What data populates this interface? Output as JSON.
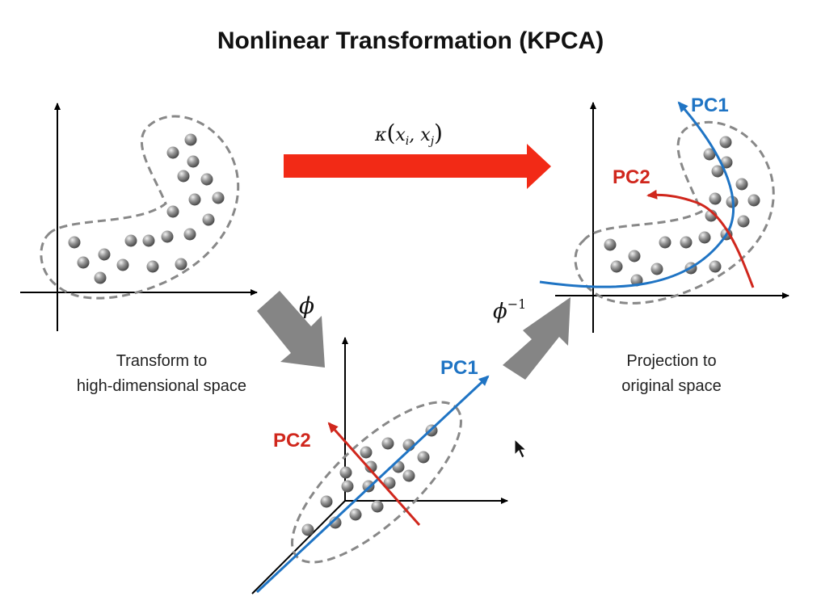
{
  "title": "Nonlinear Transformation (KPCA)",
  "kernel_label": {
    "kappa": "κ",
    "open": "(",
    "xi": "x",
    "i": "i",
    "comma": ", ",
    "xj": "x",
    "j": "j",
    "close": ")"
  },
  "phi_label": "ϕ",
  "phi_inverse_label": {
    "base": "ϕ",
    "exp": "−1"
  },
  "captions": {
    "left_line1": "Transform to",
    "left_line2": "high-dimensional space",
    "right_line1": "Projection to",
    "right_line2": "original space"
  },
  "pc_labels": {
    "pc1": "PC1",
    "pc2": "PC2"
  },
  "colors": {
    "pc1": "#1f74c4",
    "pc2": "#d0271d",
    "kernel_arrow": "#f22a16",
    "transform_arrow": "#858585",
    "dashed_outline": "#888888",
    "point": "#8a8a8a"
  },
  "icons": {
    "cursor": "mouse-pointer-icon"
  }
}
